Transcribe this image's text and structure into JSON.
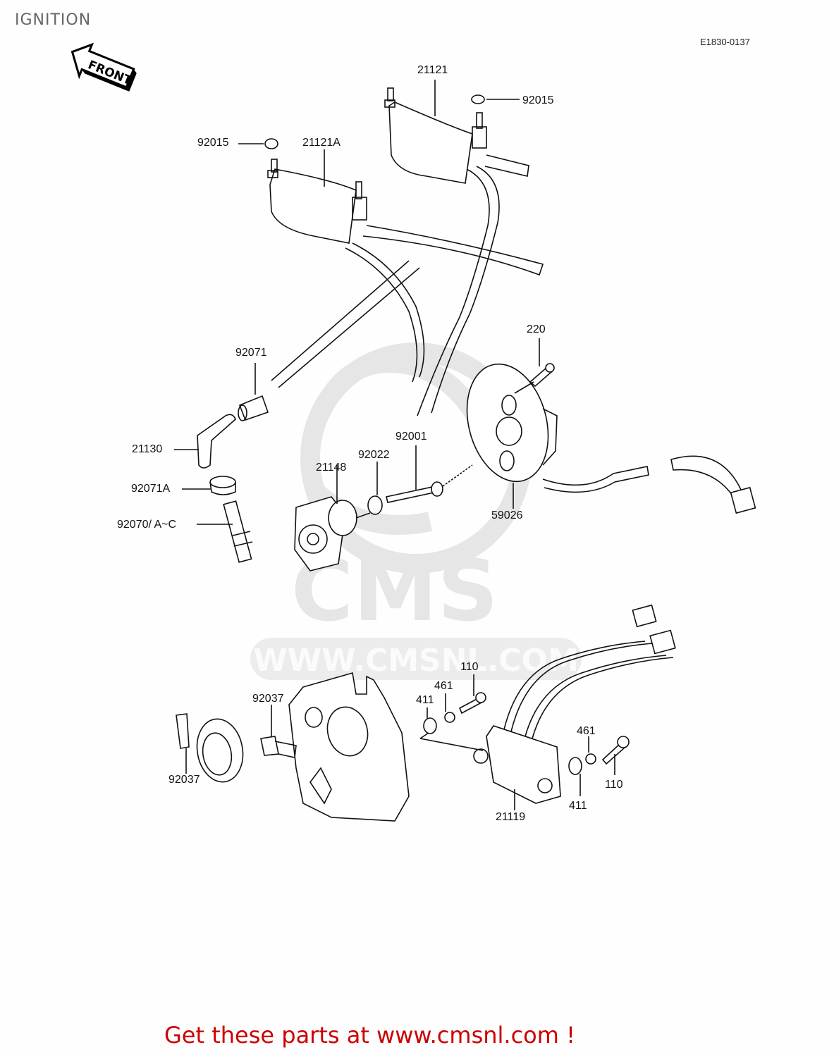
{
  "header": {
    "title": "IGNITION",
    "diagram_code": "E1830-0137",
    "front_arrow_label": "FRONT"
  },
  "watermark": {
    "logo_text": "CMS",
    "url_text": "WWW.CMSNL.COM",
    "color": "#e6e6e6"
  },
  "parts": {
    "p21121": "21121",
    "p92015_right": "92015",
    "p92015_left": "92015",
    "p21121A": "21121A",
    "p220": "220",
    "p92071": "92071",
    "p92001": "92001",
    "p21130": "21130",
    "p92022": "92022",
    "p21148": "21148",
    "p92071A": "92071A",
    "p92070": "92070/ A~C",
    "p59026": "59026",
    "p110_top": "110",
    "p461_top": "461",
    "p411_top": "411",
    "p92037_mid": "92037",
    "p92037_left": "92037",
    "p461_right": "461",
    "p110_right": "110",
    "p411_bottom": "411",
    "p21119": "21119"
  },
  "footer": {
    "cta": "Get these parts at www.cmsnl.com !",
    "cta_color": "#cc0000"
  }
}
